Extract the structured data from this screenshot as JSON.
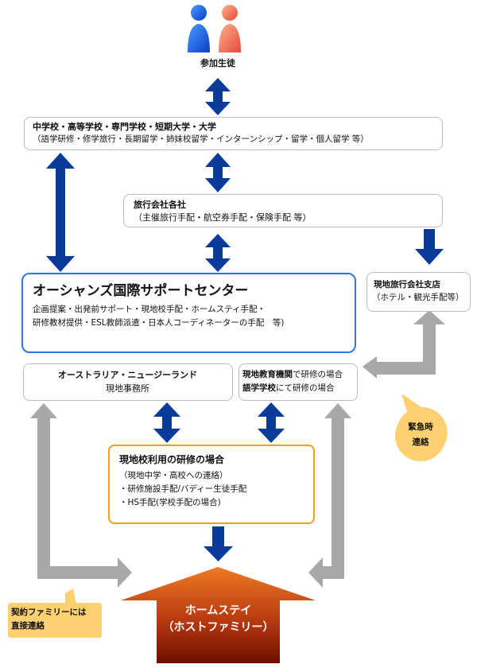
{
  "participants": {
    "label": "参加生徒"
  },
  "schools": {
    "title": "中学校・高等学校・専門学校・短期大学・大学",
    "detail": "（語学研修・修学旅行・長期留学・姉妹校留学・インターンシップ・留学・個人留学 等）"
  },
  "agencies": {
    "title": "旅行会社各社",
    "detail": "（主催旅行手配・航空券手配・保険手配 等）"
  },
  "support_center": {
    "title": "オーシャンズ国際サポートセンター",
    "line1": "企画提案・出発前サポート・現地校手配・ホームスティ手配・",
    "line2": "研修教材提供・ESL教師派遣・日本人コーディネーターの手配　等)"
  },
  "local_branch": {
    "title": "現地旅行会社支店",
    "detail": "（ホテル・観光手配等）"
  },
  "aus_nz": {
    "title": "オーストラリア・ニュージーランド",
    "sub": "現地事務所"
  },
  "institution": {
    "line1_bold": "現地教育機関",
    "line1_rest": "で研修の場合",
    "line2_bold": "語学学校",
    "line2_rest": "にて研修の場合"
  },
  "emergency": {
    "line1": "緊急時",
    "line2": "連絡"
  },
  "local_school": {
    "title": "現地校利用の研修の場合",
    "line1": "（現地中学・高校への連絡）",
    "line2": "・研修施設手配/バディー生徒手配",
    "line3": "・HS手配(学校手配の場合)"
  },
  "family_note": {
    "line1": "契約ファミリーには",
    "line2": "直接連絡"
  },
  "homestay": {
    "line1": "ホームステイ",
    "line2": "（ホストファミリー）"
  },
  "colors": {
    "arrow_blue": "#0a3a9a",
    "arrow_gray": "#a8a8a8",
    "center_border": "#2e78e0",
    "school_border": "#f0a020",
    "house_top": "#e87020",
    "house_bottom": "#7a1000"
  }
}
